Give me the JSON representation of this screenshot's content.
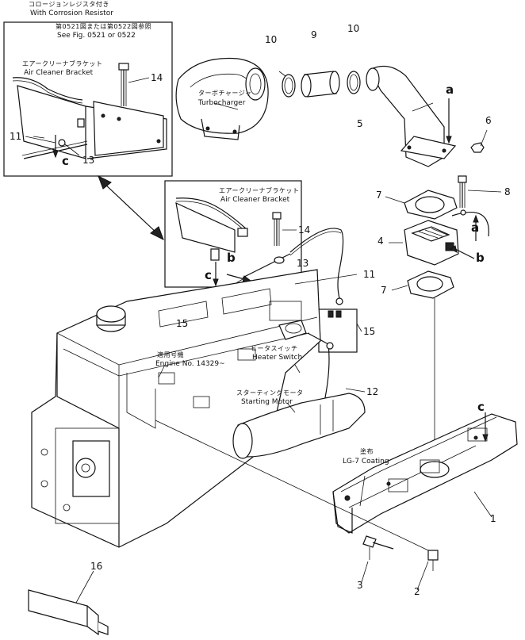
{
  "header": {
    "jp": "コロージョンレジスタ付き",
    "en": "With Corrosion Resistor"
  },
  "inset": {
    "fig_ref_jp": "第0521図または第0522図参照",
    "fig_ref_en": "See Fig. 0521 or 0522",
    "bracket_jp": "エアークリーナブラケット",
    "bracket_en": "Air Cleaner Bracket",
    "letter_c": "c"
  },
  "turbo": {
    "jp": "ターボチャージャ",
    "en": "Turbocharger"
  },
  "bracket2": {
    "jp": "エアークリーナブラケット",
    "en": "Air Cleaner Bracket"
  },
  "heater": {
    "jp": "ヒータスイッチ",
    "en": "Heater Switch"
  },
  "starter": {
    "jp": "スターティングモータ",
    "en": "Starting Motor"
  },
  "engine": {
    "jp": "適用号機",
    "en": "Engine No. 14329~"
  },
  "coating": {
    "jp": "塗布",
    "en": "LG-7 Coating"
  },
  "letters": {
    "a1": "a",
    "a2": "a",
    "b1": "b",
    "b2": "b",
    "c1": "c",
    "c2": "c"
  },
  "callouts": {
    "n1": "1",
    "n2": "2",
    "n3": "3",
    "n4": "4",
    "n5": "5",
    "n6": "6",
    "n7a": "7",
    "n7b": "7",
    "n8": "8",
    "n9": "9",
    "n10a": "10",
    "n10b": "10",
    "n11a": "11",
    "n11b": "11",
    "n12": "12",
    "n13a": "13",
    "n13b": "13",
    "n14a": "14",
    "n14b": "14",
    "n15a": "15",
    "n15b": "15",
    "n16": "16"
  }
}
